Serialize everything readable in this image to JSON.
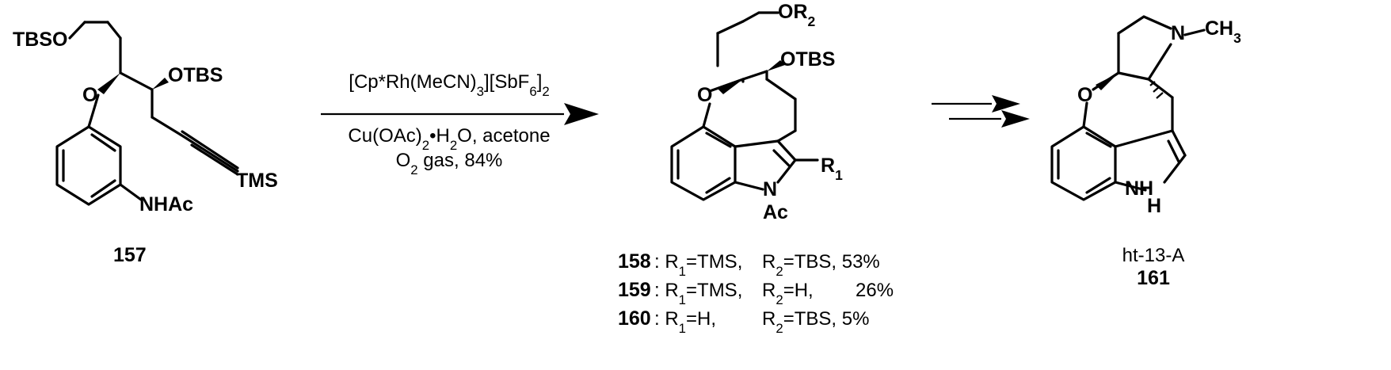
{
  "scheme": {
    "sm": {
      "groups": [
        "TBSO",
        "O",
        "OTBS",
        "TMS",
        "NHAc"
      ],
      "compound_number": "157"
    },
    "reaction": {
      "conditions": [
        [
          {
            "t": "[Cp*Rh(MeCN)"
          },
          {
            "t": "3",
            "sub": true
          },
          {
            "t": "][SbF"
          },
          {
            "t": "6",
            "sub": true
          },
          {
            "t": "]"
          },
          {
            "t": "2",
            "sub": true
          }
        ],
        [
          {
            "t": "Cu(OAc)"
          },
          {
            "t": "2",
            "sub": true
          },
          {
            "t": "•H"
          },
          {
            "t": "2",
            "sub": true
          },
          {
            "t": "O, acetone"
          }
        ],
        [
          {
            "t": "O"
          },
          {
            "t": "2",
            "sub": true
          },
          {
            "t": " gas, 84%"
          }
        ]
      ]
    },
    "product": {
      "atoms": {
        "or2": [
          {
            "t": "OR"
          },
          {
            "t": "2",
            "sub": true
          }
        ],
        "otbs": "OTBS",
        "o": "O",
        "r1": [
          {
            "t": "R"
          },
          {
            "t": "1",
            "sub": true
          }
        ],
        "n": "N",
        "ac": "Ac"
      },
      "rows": [
        {
          "id": "158",
          "a": [
            {
              "t": ": R"
            },
            {
              "t": "1",
              "sub": true
            },
            {
              "t": "=TMS,"
            }
          ],
          "b": [
            {
              "t": "R"
            },
            {
              "t": "2",
              "sub": true
            },
            {
              "t": "=TBS, 53%"
            }
          ]
        },
        {
          "id": "159",
          "a": [
            {
              "t": ": R"
            },
            {
              "t": "1",
              "sub": true
            },
            {
              "t": "=TMS,"
            }
          ],
          "b": [
            {
              "t": "R"
            },
            {
              "t": "2",
              "sub": true
            },
            {
              "t": "=H,"
            }
          ],
          "pct": "26%"
        },
        {
          "id": "160",
          "a": [
            {
              "t": ": R"
            },
            {
              "t": "1",
              "sub": true
            },
            {
              "t": "=H,"
            }
          ],
          "b": [
            {
              "t": "R"
            },
            {
              "t": "2",
              "sub": true
            },
            {
              "t": "=TBS, 5%"
            }
          ]
        }
      ]
    },
    "final": {
      "atoms": {
        "n": "N",
        "ch3": [
          {
            "t": "CH"
          },
          {
            "t": "3",
            "sub": true
          }
        ],
        "o": "O",
        "nh": "NH",
        "h": "H"
      },
      "name": "ht-13-A",
      "compound_number": "161"
    }
  }
}
